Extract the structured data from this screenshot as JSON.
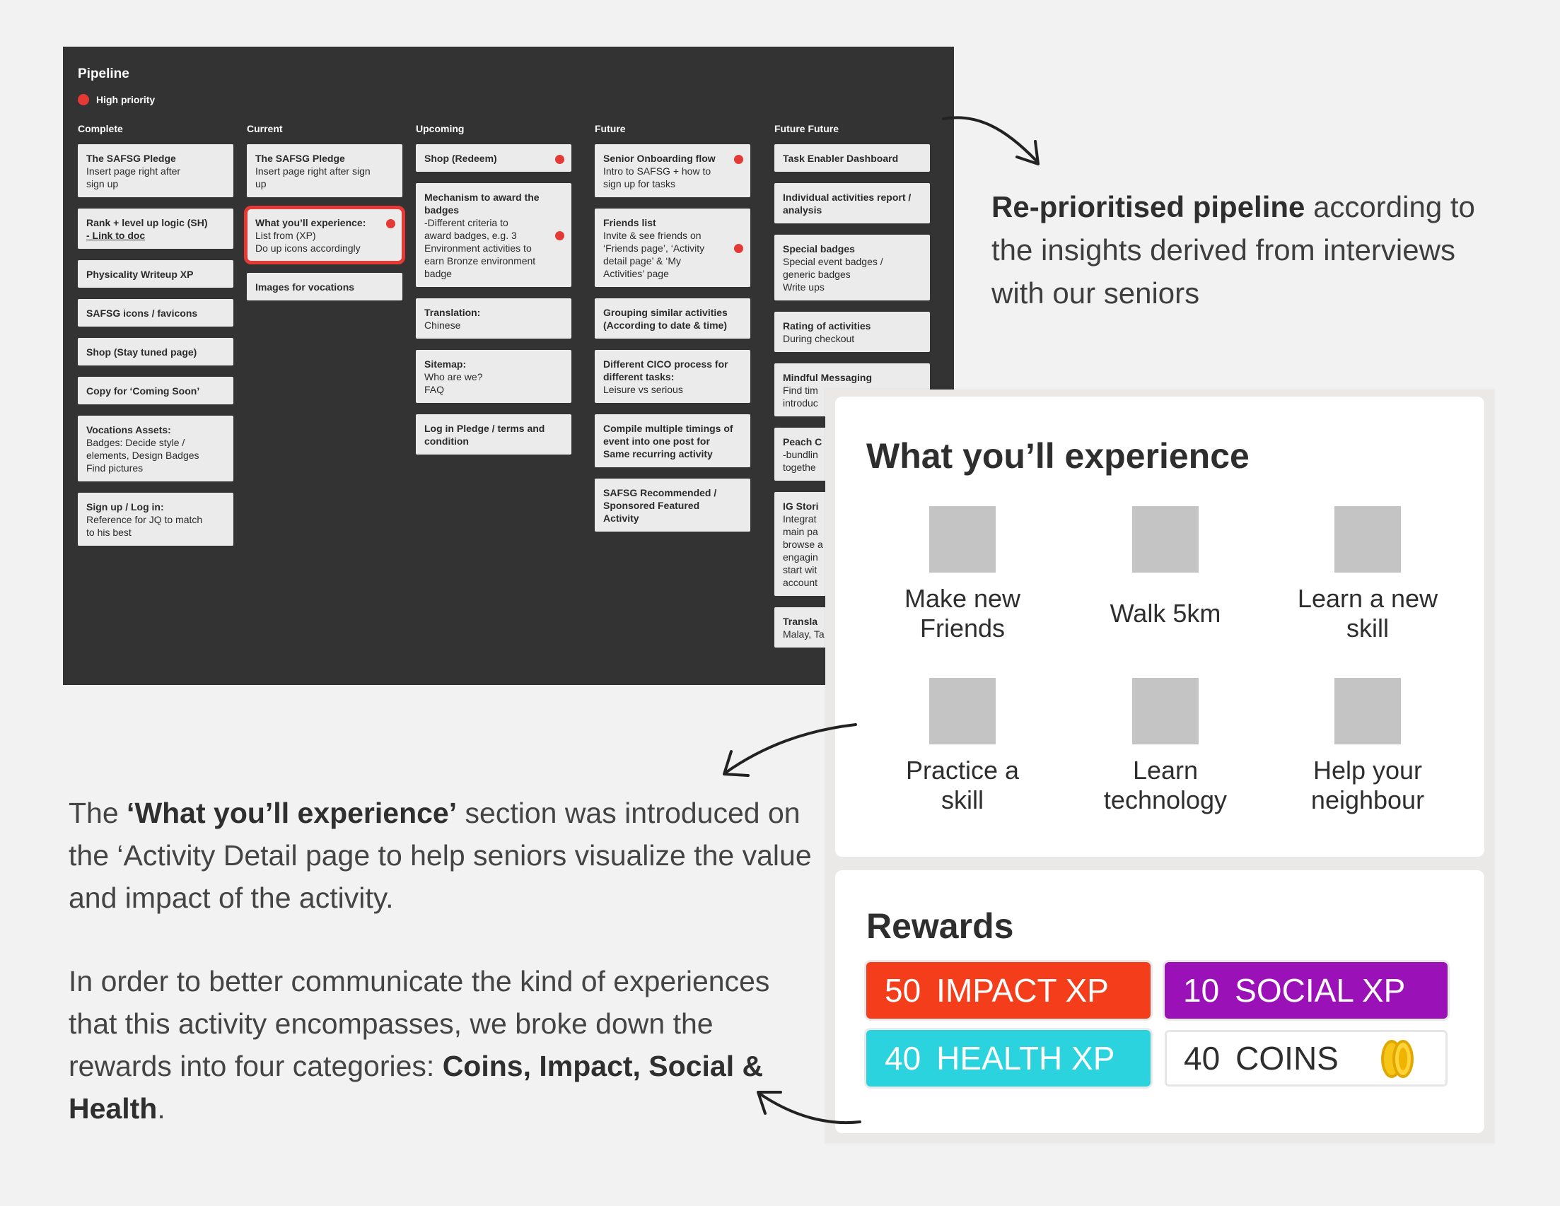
{
  "pipeline": {
    "title": "Pipeline",
    "legend_label": "High priority",
    "columns": [
      {
        "title": "Complete",
        "cards": [
          {
            "title": "The SAFSG Pledge",
            "body": "Insert page right after\nsign up",
            "priority": false
          },
          {
            "title": "Rank + level up logic (SH)",
            "link": "- Link to doc",
            "priority": false
          },
          {
            "title": "Physicality Writeup XP",
            "priority": false
          },
          {
            "title": "SAFSG icons / favicons",
            "priority": false
          },
          {
            "title": "Shop (Stay tuned page)",
            "priority": false
          },
          {
            "title": "Copy for ‘Coming Soon’",
            "priority": false
          },
          {
            "title": "Vocations Assets:",
            "body": "Badges: Decide style /\nelements, Design Badges\nFind pictures",
            "priority": false
          },
          {
            "title": "Sign up / Log in:",
            "body": "Reference for JQ to match\nto his best",
            "priority": false
          }
        ]
      },
      {
        "title": "Current",
        "cards": [
          {
            "title": "The SAFSG Pledge",
            "body": "Insert page right after sign\nup",
            "priority": false
          },
          {
            "title": "What you’ll experience:",
            "body": "List from (XP)\nDo up icons accordingly",
            "priority": true,
            "highlight": true
          },
          {
            "title": "Images for vocations",
            "priority": false
          }
        ]
      },
      {
        "title": "Upcoming",
        "cards": [
          {
            "title": "Shop (Redeem)",
            "priority": true
          },
          {
            "title": "Mechanism to award the badges",
            "body": "-Different criteria to\naward badges, e.g. 3\nEnvironment activities to\nearn Bronze environment\nbadge",
            "priority": true
          },
          {
            "title": "Translation:",
            "body": "Chinese",
            "priority": false
          },
          {
            "title": "Sitemap:",
            "body": "Who are we?\nFAQ",
            "priority": false
          },
          {
            "title": "Log in Pledge / terms and condition",
            "priority": false
          }
        ]
      },
      {
        "title": "Future",
        "cards": [
          {
            "title": "Senior Onboarding flow",
            "body": "Intro to SAFSG + how to\nsign up for tasks",
            "priority": true
          },
          {
            "title": "Friends list",
            "body": "Invite & see friends on\n‘Friends page’, ‘Activity\ndetail page’ &  ‘My\nActivities’ page",
            "priority": true
          },
          {
            "title": "Grouping similar activities (According to date & time)",
            "priority": false
          },
          {
            "title": "Different CICO process for different tasks:",
            "body": "Leisure vs serious",
            "priority": false
          },
          {
            "title": "Compile multiple timings of event into one post for Same recurring activity",
            "priority": false
          },
          {
            "title": "SAFSG Recommended / Sponsored Featured Activity",
            "priority": false
          }
        ]
      },
      {
        "title": "Future Future",
        "cards": [
          {
            "title": "Task Enabler Dashboard",
            "priority": false
          },
          {
            "title": "Individual activities report / analysis",
            "priority": false
          },
          {
            "title": "Special badges",
            "body": "Special event badges /\ngeneric badges\nWrite ups",
            "priority": false
          },
          {
            "title": "Rating of activities",
            "body": "During checkout",
            "priority": false
          },
          {
            "title": "Mindful Messaging",
            "body": "Find tim\nintroduc",
            "priority": false
          },
          {
            "title": "Peach C",
            "body": "-bundlin\ntogethe",
            "priority": false
          },
          {
            "title": "IG Stori",
            "body": "Integrat\nmain pa\nbrowse a\nengagin\nstart wit\naccount",
            "priority": false
          },
          {
            "title": "Transla",
            "body": "Malay, Ta",
            "priority": false
          }
        ]
      }
    ]
  },
  "annotation_pipeline": {
    "bold": "Re-prioritised pipeline",
    "rest": " according to the insights derived from interviews with our seniors"
  },
  "annotation_experience": {
    "p1_pre": "The ",
    "p1_bold": "‘What you’ll experience’",
    "p1_post": " section was introduced on the ‘Activity Detail page to help seniors visualize the value and impact of the activity.",
    "p2_pre": "In order to better communicate the kind of experiences that this activity encompasses, we broke down the rewards into four categories: ",
    "p2_bold": "Coins, Impact, Social & Health",
    "p2_post": "."
  },
  "experience_card": {
    "title": "What you’ll experience",
    "items": [
      {
        "label": "Make new\nFriends"
      },
      {
        "label": "Walk 5km"
      },
      {
        "label": "Learn a new\nskill"
      },
      {
        "label": "Practice a\nskill"
      },
      {
        "label": "Learn\ntechnology"
      },
      {
        "label": "Help your\nneighbour"
      }
    ]
  },
  "rewards_card": {
    "title": "Rewards",
    "impact": {
      "value": "50",
      "label": "IMPACT XP",
      "color": "#f43d1b"
    },
    "social": {
      "value": "10",
      "label": "SOCIAL XP",
      "color": "#9a12b7"
    },
    "health": {
      "value": "40",
      "label": "HEALTH XP",
      "color": "#2ad3de"
    },
    "coins": {
      "value": "40",
      "label": "COINS",
      "icon": "coins-icon"
    }
  }
}
